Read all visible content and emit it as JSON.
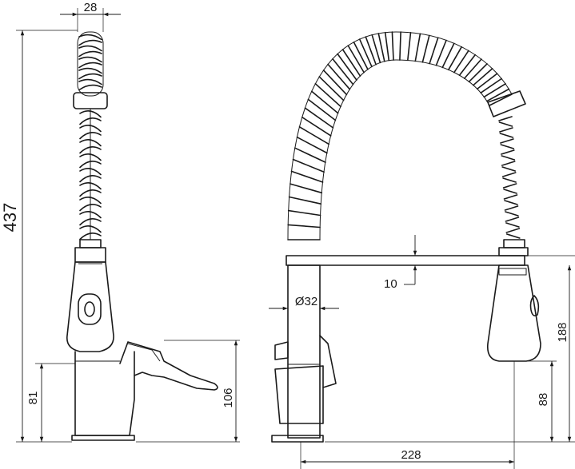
{
  "dimensions": {
    "hose_width": "28",
    "total_height": "437",
    "body_height_side": "81",
    "lever_height": "106",
    "spout_thickness": "10",
    "body_diameter": "Ø32",
    "head_height": "188",
    "head_clearance": "88",
    "spout_reach": "228"
  },
  "colors": {
    "line": "#1a1a1a",
    "background": "#ffffff"
  }
}
